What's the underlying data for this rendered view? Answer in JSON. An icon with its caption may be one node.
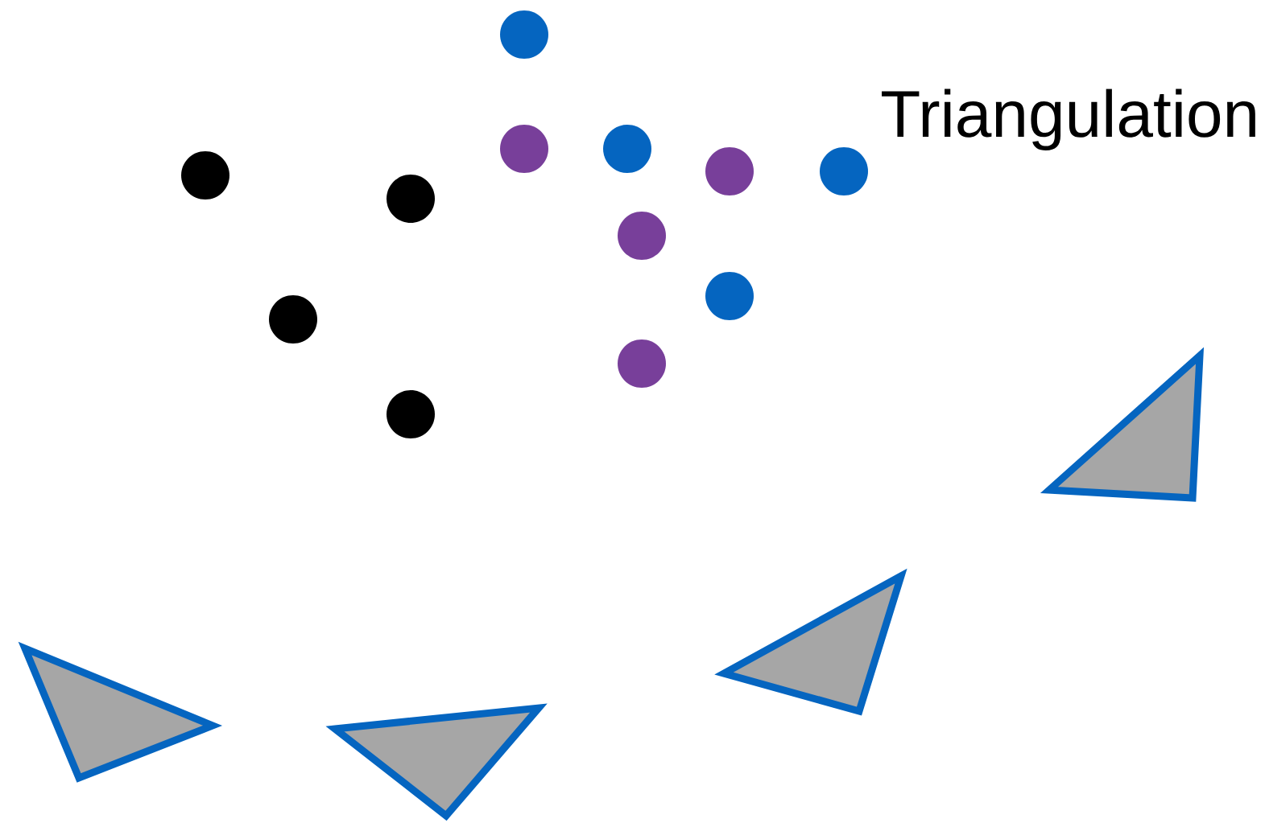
{
  "diagram": {
    "title": "Triangulation",
    "nodes": [
      {
        "text": [],
        "shape": "circle"
      },
      {
        "text": [],
        "shape": "circle"
      },
      {
        "text": [],
        "shape": "circle"
      },
      {
        "text": [],
        "shape": "circle"
      },
      {
        "text": [],
        "shape": "circle"
      },
      {
        "text": [],
        "shape": "circle"
      },
      {
        "text": [],
        "shape": "circle"
      },
      {
        "text": [],
        "shape": "circle"
      },
      {
        "text": [],
        "shape": "circle"
      },
      {
        "text": [],
        "shape": "circle"
      },
      {
        "text": [],
        "shape": "circle"
      },
      {
        "text": [],
        "shape": "circle"
      },
      {
        "text": [],
        "shape": "triangle"
      },
      {
        "text": [],
        "shape": "triangle"
      },
      {
        "text": [],
        "shape": "triangle"
      },
      {
        "text": [],
        "shape": "triangle"
      }
    ]
  }
}
